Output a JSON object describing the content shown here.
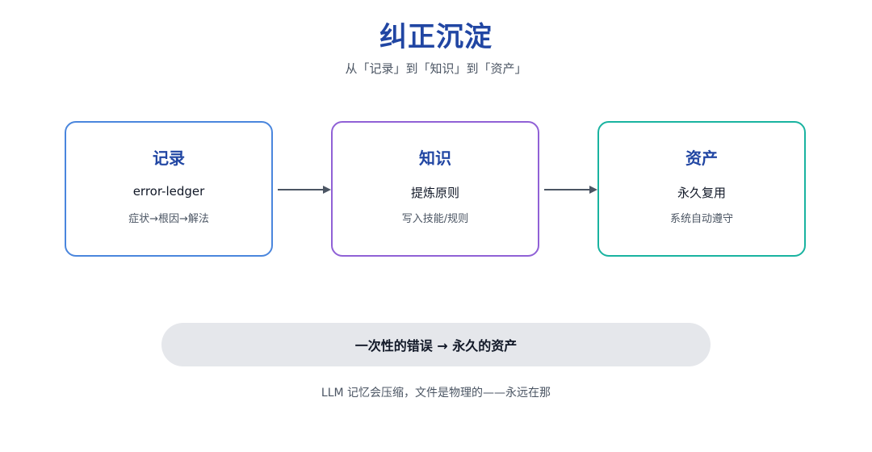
{
  "header": {
    "title": "纠正沉淀",
    "subtitle": "从「记录」到「知识」到「资产」"
  },
  "stages": [
    {
      "title": "记录",
      "main": "error-ledger",
      "detail": "症状→根因→解法",
      "color": "#4a86dd"
    },
    {
      "title": "知识",
      "main": "提炼原则",
      "detail": "写入技能/规则",
      "color": "#9061d6"
    },
    {
      "title": "资产",
      "main": "永久复用",
      "detail": "系统自动遵守",
      "color": "#19b3a0"
    }
  ],
  "arrows": {
    "icon": "arrow-right-icon",
    "color": "#4b5563"
  },
  "summary": {
    "text": "一次性的错误 → 永久的资产"
  },
  "footer": {
    "text": "LLM 记忆会压缩，文件是物理的——永远在那"
  }
}
